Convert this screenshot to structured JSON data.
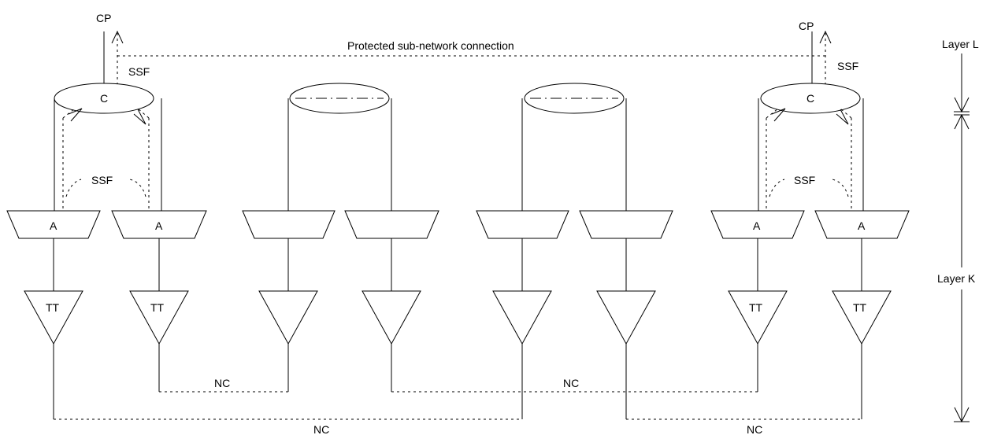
{
  "labels": {
    "cp_left": "CP",
    "cp_right": "CP",
    "protected_snc": "Protected sub-network connection",
    "ssf_top_left": "SSF",
    "ssf_top_right": "SSF",
    "ssf_mid_left": "SSF",
    "ssf_mid_right": "SSF",
    "connection_left": "C",
    "connection_right": "C",
    "adaptation": [
      "A",
      "A",
      "A",
      "A"
    ],
    "trail_termination": [
      "TT",
      "TT",
      "TT",
      "TT"
    ],
    "nc_upper_left": "NC",
    "nc_upper_right": "NC",
    "nc_lower_left": "NC",
    "nc_lower_right": "NC",
    "layer_l": "Layer L",
    "layer_k": "Layer K"
  }
}
